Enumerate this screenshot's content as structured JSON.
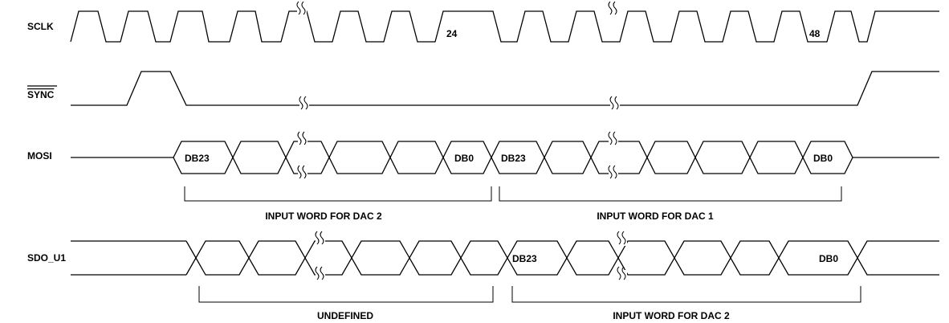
{
  "signals": {
    "sclk": "SCLK",
    "sync": "SYNC",
    "mosi": "MOSI",
    "sdo": "SDO_U1"
  },
  "sclk_marks": {
    "m24": "24",
    "m48": "48"
  },
  "mosi_bits": {
    "w1_first": "DB23",
    "w1_last": "DB0",
    "w2_first": "DB23",
    "w2_last": "DB0"
  },
  "sdo_bits": {
    "w2_first": "DB23",
    "w2_last": "DB0"
  },
  "brackets": {
    "mosi_left": "INPUT WORD FOR DAC 2",
    "mosi_right": "INPUT WORD FOR DAC 1",
    "sdo_left": "UNDEFINED",
    "sdo_right": "INPUT WORD FOR DAC 2"
  }
}
